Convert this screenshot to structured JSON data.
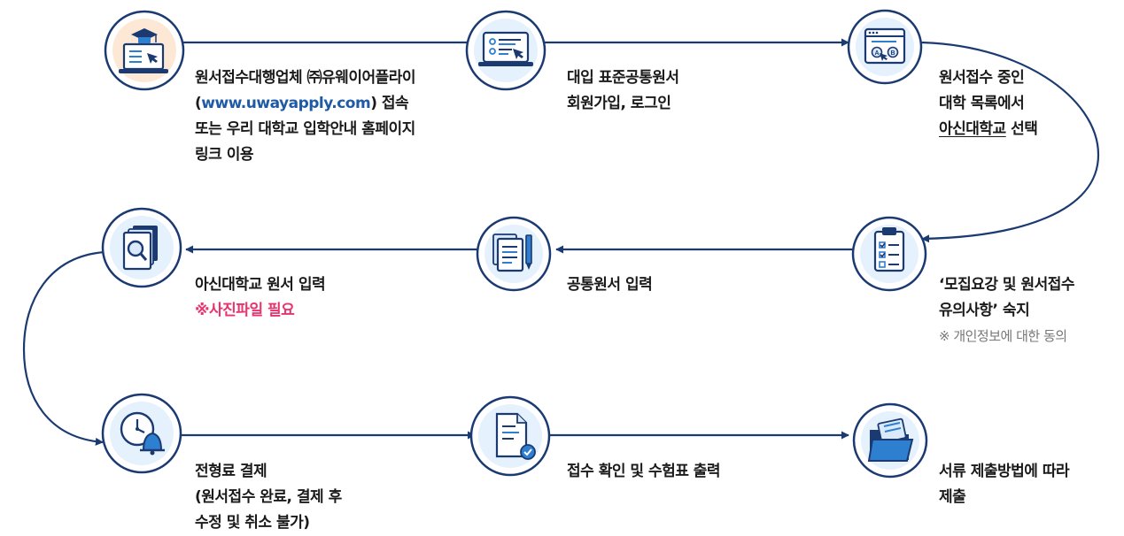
{
  "steps": [
    {
      "id": 1,
      "icon": "laptop-graduation-cap-icon",
      "lines": [
        {
          "parts": [
            {
              "text": "원서접수대행업체 ㈜유웨이어플라이"
            }
          ]
        },
        {
          "parts": [
            {
              "text": "("
            },
            {
              "text": "www.uwayapply.com",
              "style": "blue"
            },
            {
              "text": ") 접속"
            }
          ]
        },
        {
          "parts": [
            {
              "text": "또는 우리 대학교 입학안내 홈페이지"
            }
          ]
        },
        {
          "parts": [
            {
              "text": "링크 이용"
            }
          ]
        }
      ]
    },
    {
      "id": 2,
      "icon": "laptop-form-icon",
      "lines": [
        {
          "parts": [
            {
              "text": "대입 표준공통원서"
            }
          ]
        },
        {
          "parts": [
            {
              "text": "회원가입, 로그인"
            }
          ]
        }
      ]
    },
    {
      "id": 3,
      "icon": "browser-choice-icon",
      "lines": [
        {
          "parts": [
            {
              "text": "원서접수 중인"
            }
          ]
        },
        {
          "parts": [
            {
              "text": "대학 목록에서"
            }
          ]
        },
        {
          "parts": [
            {
              "text": "아신대학교",
              "style": "ul"
            },
            {
              "text": " 선택"
            }
          ]
        }
      ]
    },
    {
      "id": 4,
      "icon": "clipboard-checklist-icon",
      "lines": [
        {
          "parts": [
            {
              "text": "‘모집요강 및 원서접수"
            }
          ]
        },
        {
          "parts": [
            {
              "text": "유의사항’ 숙지"
            }
          ]
        },
        {
          "parts": [
            {
              "text": "※ 개인정보에 대한 동의",
              "style": "note"
            }
          ]
        }
      ]
    },
    {
      "id": 5,
      "icon": "documents-pencil-icon",
      "lines": [
        {
          "parts": [
            {
              "text": "공통원서 입력"
            }
          ]
        }
      ]
    },
    {
      "id": 6,
      "icon": "document-magnifier-icon",
      "lines": [
        {
          "parts": [
            {
              "text": "아신대학교 원서 입력"
            }
          ]
        },
        {
          "parts": [
            {
              "text": "※사진파일 필요",
              "style": "pink"
            }
          ]
        }
      ]
    },
    {
      "id": 7,
      "icon": "clock-bell-icon",
      "lines": [
        {
          "parts": [
            {
              "text": "전형료 결제"
            }
          ]
        },
        {
          "parts": [
            {
              "text": "(원서접수 완료, 결제 후"
            }
          ]
        },
        {
          "parts": [
            {
              "text": "수정 및 취소 불가)"
            }
          ]
        }
      ]
    },
    {
      "id": 8,
      "icon": "document-check-icon",
      "lines": [
        {
          "parts": [
            {
              "text": "접수 확인 및 수험표 출력"
            }
          ]
        }
      ]
    },
    {
      "id": 9,
      "icon": "folder-document-icon",
      "lines": [
        {
          "parts": [
            {
              "text": "서류 제출방법에 따라"
            }
          ]
        },
        {
          "parts": [
            {
              "text": "제출"
            }
          ]
        }
      ]
    }
  ],
  "colors": {
    "navy": "#1b3a72",
    "accent_blue": "#2f7fd1",
    "icon_light": "#dbeafb",
    "icon_bg_light_blue": "#e5f1fc",
    "icon_bg_peach": "#fde8d6",
    "pink": "#e8336d",
    "link_blue": "#1f5aa6"
  }
}
